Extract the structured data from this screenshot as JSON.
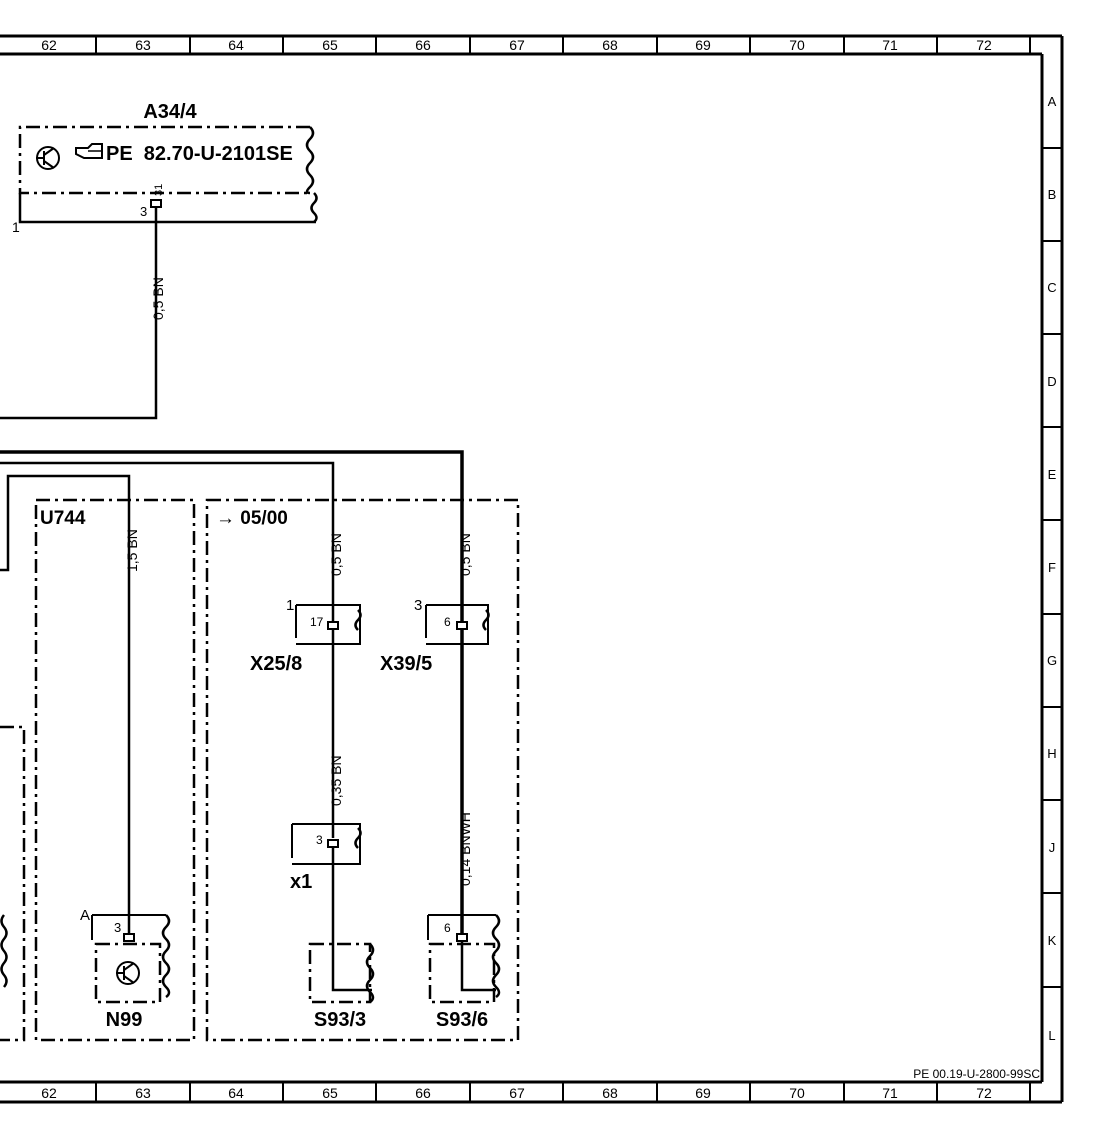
{
  "grid": {
    "columns": [
      "62",
      "63",
      "64",
      "65",
      "66",
      "67",
      "68",
      "69",
      "70",
      "71",
      "72"
    ],
    "rows": [
      "A",
      "B",
      "C",
      "D",
      "E",
      "F",
      "G",
      "H",
      "J",
      "K",
      "L"
    ]
  },
  "sheet_ref": "PE 00.19-U-2800-99SC",
  "components": {
    "a34_4": {
      "label": "A34/4",
      "ref": "PE  82.70-U-2101SE",
      "ref_icon": "pointing-hand-icon",
      "pin_left": "1",
      "pin_num": "3",
      "pin_code": "31"
    },
    "u744": {
      "label": "U744"
    },
    "variant": {
      "label": "→ 05/00"
    },
    "x25_8": {
      "label": "X25/8",
      "pin": "17",
      "sub": "1"
    },
    "x39_5": {
      "label": "X39/5",
      "pin": "6",
      "sub": "3"
    },
    "x1": {
      "label": "x1",
      "pin": "3"
    },
    "n99": {
      "label": "N99",
      "pin": "3",
      "sub": "A"
    },
    "s93_3": {
      "label": "S93/3"
    },
    "s93_6": {
      "label": "S93/6",
      "pin": "6"
    }
  },
  "wires": {
    "w_a34": "0,5 BN",
    "w_u744": "1,5 BN",
    "w_x25_top": "0,5 BN",
    "w_x39_top": "0,5 BN",
    "w_x25_bottom": "0,35 BN",
    "w_x39_bottom": "0,14 BNWH"
  }
}
